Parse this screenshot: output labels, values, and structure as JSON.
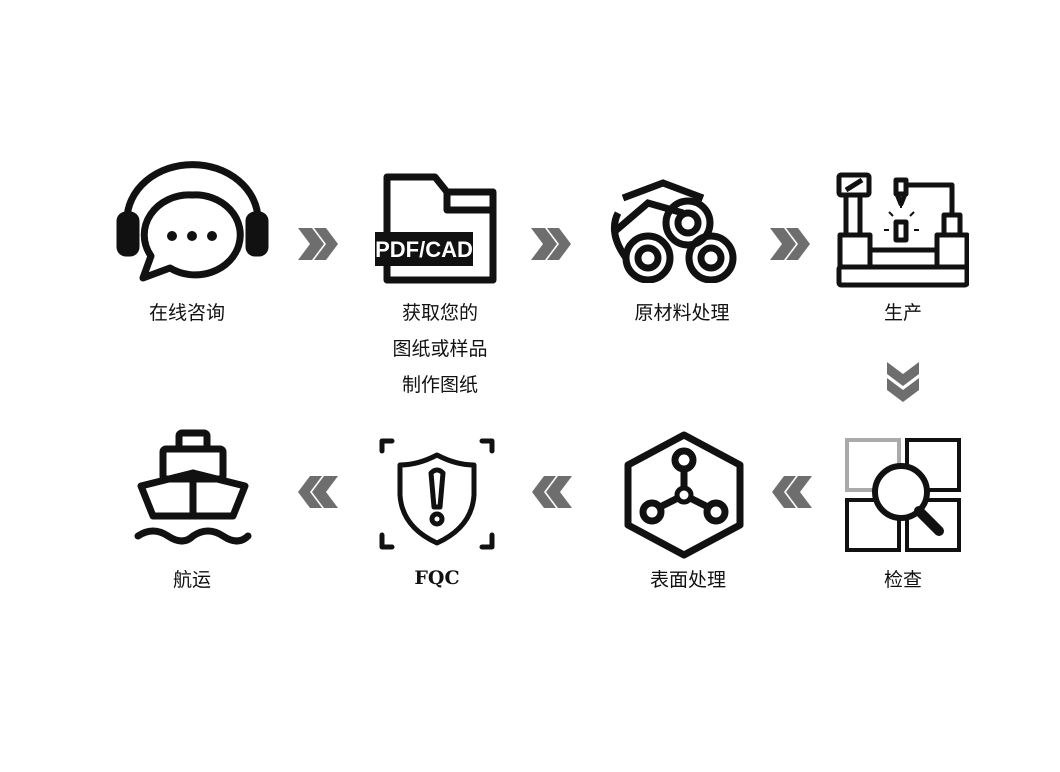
{
  "steps": [
    {
      "label": "在线咨询",
      "icon": "headset-chat-icon"
    },
    {
      "label_lines": [
        "获取您的",
        "图纸或样品",
        "制作图纸"
      ],
      "icon": "pdf-cad-folder-icon",
      "icon_text": "PDF/CAD"
    },
    {
      "label": "原材料处理",
      "icon": "pipes-icon"
    },
    {
      "label": "生产",
      "icon": "machine-icon"
    },
    {
      "label": "检查",
      "icon": "inspection-magnifier-icon"
    },
    {
      "label": "表面处理",
      "icon": "molecule-hexagon-icon"
    },
    {
      "label": "FQC",
      "icon": "shield-alert-icon"
    },
    {
      "label": "航运",
      "icon": "ship-icon"
    }
  ],
  "colors": {
    "arrow": "#6e6e6e",
    "icon": "#111111"
  }
}
